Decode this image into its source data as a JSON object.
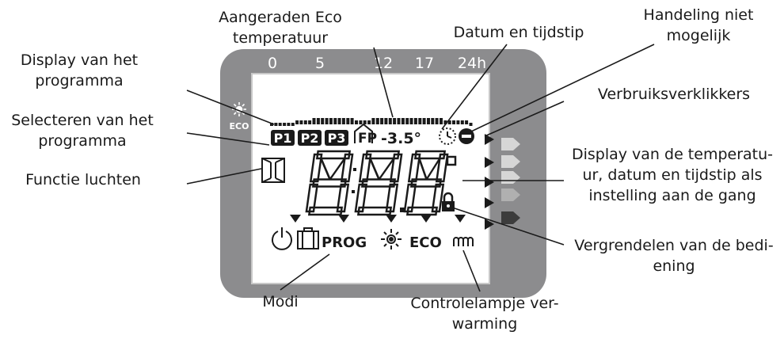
{
  "scale": {
    "ticks": [
      "0",
      "5",
      "12",
      "17",
      "24h"
    ]
  },
  "lcd": {
    "programs": [
      "P1",
      "P2",
      "P3"
    ],
    "fp": "FP",
    "offset": "-3.5°",
    "digits": "8:8.8",
    "mode_icons": [
      "power-icon",
      "suitcase-icon",
      "prog-text",
      "sun-icon",
      "eco-text",
      "heating-coil-icon"
    ],
    "prog_text": "PROG",
    "eco_text": "ECO",
    "side_eco": "ECO"
  },
  "labels": {
    "display_programma": [
      "Display van het",
      "programma"
    ],
    "selecteren_programma": [
      "Selecteren van het",
      "programma"
    ],
    "functie_luchten": [
      "Functie luchten"
    ],
    "aangeraden_eco": [
      "Aangeraden Eco",
      "temperatuur"
    ],
    "datum_tijdstip": [
      "Datum en tijdstip"
    ],
    "handeling": [
      "Handeling niet",
      "mogelijk"
    ],
    "verbruik": [
      "Verbruiksverklikkers"
    ],
    "display_temperatuur": [
      "Display van de temperatu-",
      "ur, datum en tijdstip als",
      "instelling aan de gang"
    ],
    "vergrendelen": [
      "Vergrendelen van de bedi-",
      "ening"
    ],
    "modi": [
      "Modi"
    ],
    "controlelampje": [
      "Controlelampje ver-",
      "warming"
    ]
  },
  "colors": {
    "frame": "#8c8c8e",
    "ink": "#1a1a1a",
    "indicator": "#c9c9c9",
    "indicator_dark": "#4a4a4a"
  }
}
